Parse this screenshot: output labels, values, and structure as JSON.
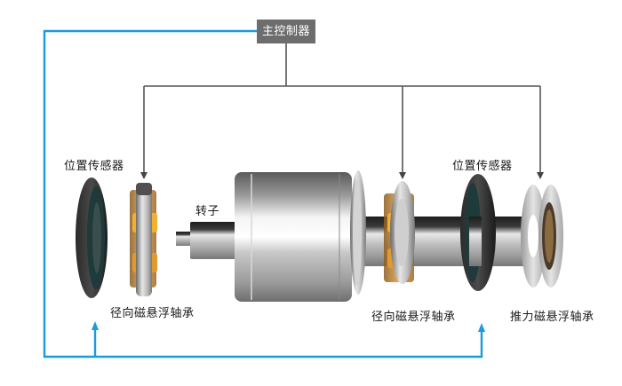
{
  "diagram": {
    "title": "主控制器",
    "colors": {
      "control_line": "#555555",
      "feedback_line": "#1a9ae0",
      "controller_box": "#6d6d6d",
      "controller_text": "#ffffff",
      "label_text": "#1a1a1a"
    },
    "controller": {
      "label": "主控制器"
    },
    "components": {
      "sensor_left": {
        "label": "位置传感器"
      },
      "radial_bearing_left": {
        "label": "径向磁悬浮轴承"
      },
      "rotor": {
        "label": "转子"
      },
      "radial_bearing_right": {
        "label": "径向磁悬浮轴承"
      },
      "sensor_right": {
        "label": "位置传感器"
      },
      "thrust_bearing": {
        "label": "推力磁悬浮轴承"
      }
    },
    "connections": [
      {
        "from": "主控制器",
        "to": "径向磁悬浮轴承(左)",
        "type": "control"
      },
      {
        "from": "主控制器",
        "to": "径向磁悬浮轴承(右)",
        "type": "control"
      },
      {
        "from": "主控制器",
        "to": "推力磁悬浮轴承",
        "type": "control"
      },
      {
        "from": "位置传感器(左)",
        "to": "主控制器",
        "type": "feedback"
      },
      {
        "from": "位置传感器(右)",
        "to": "主控制器",
        "type": "feedback"
      }
    ]
  }
}
